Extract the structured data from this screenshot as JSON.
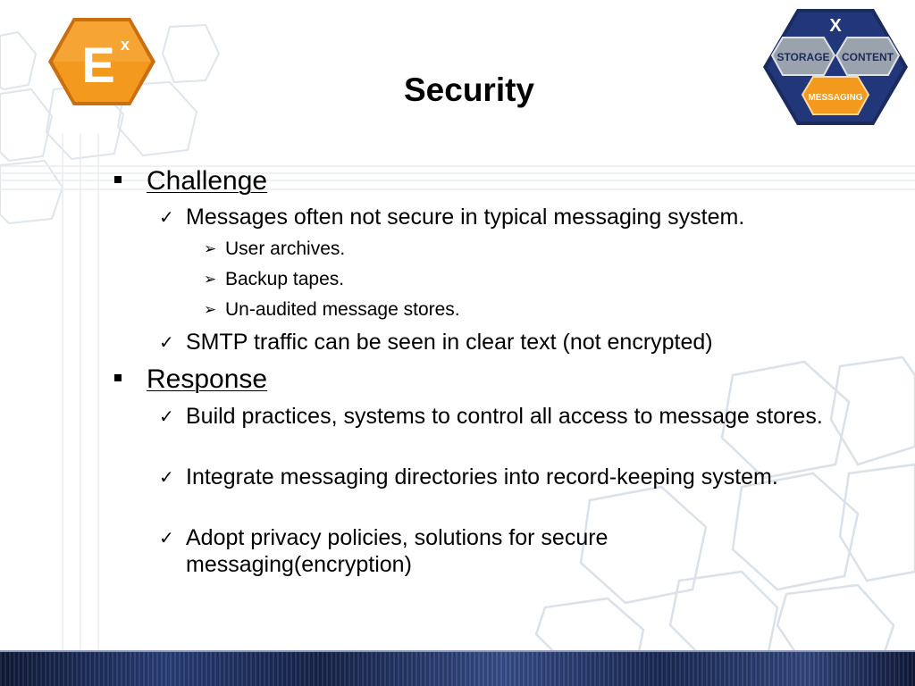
{
  "slide": {
    "title": "Security",
    "logo_left_letter": "E",
    "logo_left_superscript": "x",
    "logo_right": {
      "top_mark": "X",
      "left_label": "Storage",
      "right_label": "Content",
      "bottom_label": "Messaging"
    },
    "sections": [
      {
        "heading": "Challenge",
        "points": [
          {
            "text": "Messages often not secure in typical messaging system.",
            "subpoints": [
              "User archives.",
              "Backup tapes.",
              "Un-audited message stores."
            ]
          },
          {
            "text": " SMTP traffic can be seen in clear text (not encrypted)",
            "subpoints": []
          }
        ]
      },
      {
        "heading": "Response",
        "points": [
          {
            "text": "Build practices, systems to control all access to message stores.",
            "subpoints": []
          },
          {
            "text": "Integrate messaging directories into record-keeping system.",
            "subpoints": []
          },
          {
            "text": "Adopt privacy policies, solutions for secure messaging(encryption)",
            "subpoints": []
          }
        ]
      }
    ],
    "markers": {
      "section": "square-bullet",
      "point": "✓",
      "subpoint": "➢"
    },
    "colors": {
      "logo_orange": "#f39a1e",
      "logo_navy": "#1b2b5e",
      "hex_lines": "#dde3ea",
      "footer_navy": "#1c2a55"
    }
  }
}
